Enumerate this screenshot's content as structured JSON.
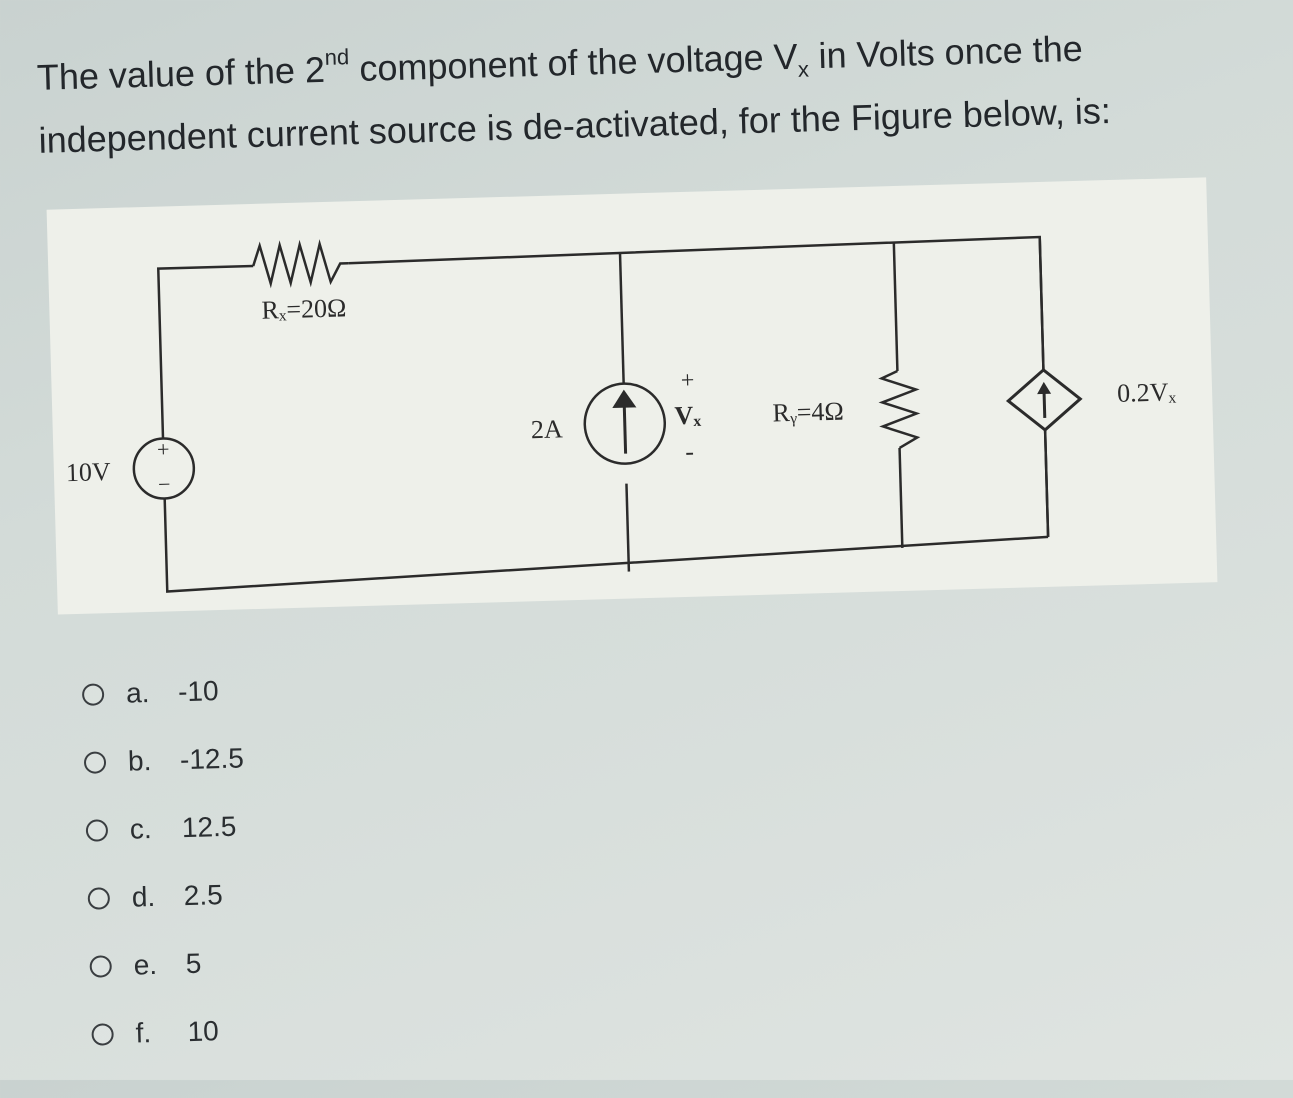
{
  "question": {
    "pre": "The value of the 2",
    "sup": "nd",
    "mid": " component of the voltage V",
    "sub": "x",
    "post": " in Volts once the independent current source is de-activated, for the Figure below, is:"
  },
  "circuit": {
    "voltage_source_label": "10V",
    "voltage_source_plus": "+",
    "voltage_source_minus": "−",
    "rx_label": "Rₓ=20Ω",
    "current_source_label": "2A",
    "vx_plus": "+",
    "vx_label": "Vₓ",
    "vx_minus": "-",
    "ry_label": "Rᵧ=4Ω",
    "dep_source_label": "0.2Vₓ"
  },
  "options": [
    {
      "letter": "a.",
      "value": "-10"
    },
    {
      "letter": "b.",
      "value": "-12.5"
    },
    {
      "letter": "c.",
      "value": "12.5"
    },
    {
      "letter": "d.",
      "value": "2.5"
    },
    {
      "letter": "e.",
      "value": "5"
    },
    {
      "letter": "f.",
      "value": "10"
    }
  ]
}
